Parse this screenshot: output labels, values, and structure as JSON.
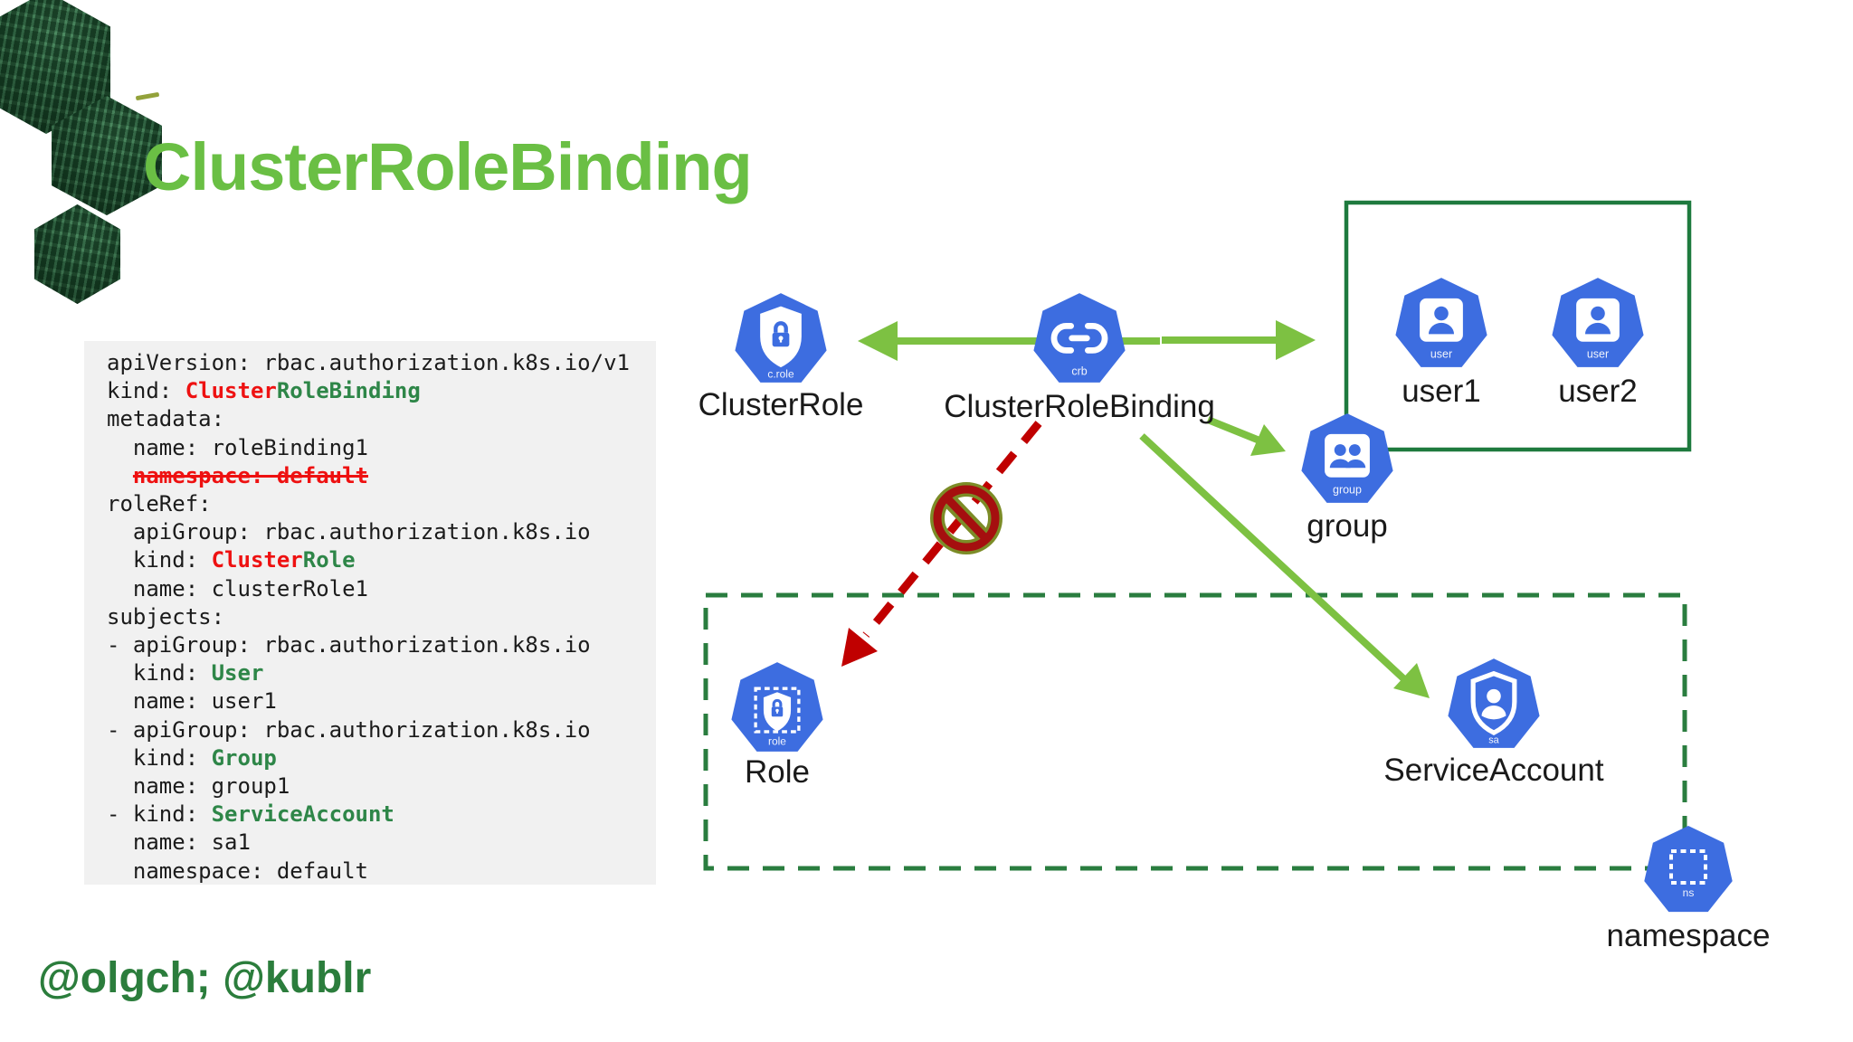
{
  "title": "ClusterRoleBinding",
  "footer": "@olgch; @kublr",
  "colors": {
    "title_green": "#6abf44",
    "dark_green_border": "#1e7a3e",
    "arrow_green": "#7dc142",
    "arrow_red": "#c00000",
    "prohibition_red": "#a50f0f",
    "prohibition_olive": "#7c8c27",
    "code_red": "#ee1111",
    "code_green": "#2e8648",
    "k8s_blue": "#3d6de0",
    "code_bg": "#f1f1f1"
  },
  "code_lines": [
    [
      "apiVersion: rbac.authorization.k8s.io/v1"
    ],
    [
      "kind: ",
      "Cluster",
      "RoleBinding"
    ],
    [
      "metadata:"
    ],
    [
      "  name: roleBinding1"
    ],
    [
      "  ",
      "namespace: default"
    ],
    [
      "roleRef:"
    ],
    [
      "  apiGroup: rbac.authorization.k8s.io"
    ],
    [
      "  kind: ",
      "Cluster",
      "Role"
    ],
    [
      "  name: clusterRole1"
    ],
    [
      "subjects:"
    ],
    [
      "- apiGroup: rbac.authorization.k8s.io"
    ],
    [
      "  kind: ",
      "User"
    ],
    [
      "  name: user1"
    ],
    [
      "- apiGroup: rbac.authorization.k8s.io"
    ],
    [
      "  kind: ",
      "Group"
    ],
    [
      "  name: group1"
    ],
    [
      "- kind: ",
      "ServiceAccount"
    ],
    [
      "  name: sa1"
    ],
    [
      "  namespace: default"
    ]
  ],
  "nodes": [
    {
      "label": "ClusterRole",
      "badge": "c.role"
    },
    {
      "label": "ClusterRoleBinding",
      "badge": "crb"
    },
    {
      "label": "user1",
      "badge": "user"
    },
    {
      "label": "user2",
      "badge": "user"
    },
    {
      "label": "group",
      "badge": "group"
    },
    {
      "label": "Role",
      "badge": "role"
    },
    {
      "label": "ServiceAccount",
      "badge": "sa"
    },
    {
      "label": "namespace",
      "badge": "ns"
    }
  ]
}
